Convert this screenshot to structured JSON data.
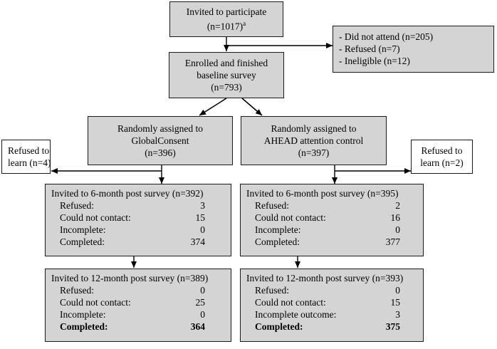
{
  "invited": {
    "line1": "Invited to participate",
    "line2": "(n=1017)",
    "footnote": "a"
  },
  "excluded": [
    "- Did not attend (n=205)",
    "- Refused (n=7)",
    "- Ineligible (n=12)"
  ],
  "enrolled": [
    "Enrolled and finished",
    "baseline survey",
    "(n=793)"
  ],
  "arm_left": [
    "Randomly assigned to",
    "GlobalConsent",
    "(n=396)"
  ],
  "arm_right": [
    "Randomly assigned to",
    "AHEAD attention control",
    "(n=397)"
  ],
  "refused_left": [
    "Refused to",
    "learn (n=4)"
  ],
  "refused_right": [
    "Refused to",
    "learn (n=2)"
  ],
  "left_6m": {
    "title": "Invited to 6-month post survey (n=392)",
    "rows": [
      {
        "label": "Refused:",
        "value": "3"
      },
      {
        "label": "Could not contact:",
        "value": "15"
      },
      {
        "label": "Incomplete:",
        "value": "0"
      },
      {
        "label": "Completed:",
        "value": "374"
      }
    ]
  },
  "right_6m": {
    "title": "Invited to 6-month post survey (n=395)",
    "rows": [
      {
        "label": "Refused:",
        "value": "2"
      },
      {
        "label": "Could not contact:",
        "value": "16"
      },
      {
        "label": "Incomplete:",
        "value": "0"
      },
      {
        "label": "Completed:",
        "value": "377"
      }
    ]
  },
  "left_12m": {
    "title": "Invited to 12-month post survey (n=389)",
    "rows": [
      {
        "label": "Refused:",
        "value": "0"
      },
      {
        "label": "Could not contact:",
        "value": "25"
      },
      {
        "label": "Incomplete:",
        "value": "0"
      },
      {
        "label": "Completed:",
        "value": "364"
      }
    ]
  },
  "right_12m": {
    "title": "Invited to 12-month post survey (n=393)",
    "rows": [
      {
        "label": "Refused:",
        "value": "0"
      },
      {
        "label": "Could not contact:",
        "value": "15"
      },
      {
        "label": "Incomplete outcome:",
        "value": "3"
      },
      {
        "label": "Completed:",
        "value": "375"
      }
    ]
  },
  "colors": {
    "box_fill": "#d4d4d4",
    "border": "#1a1a1a"
  }
}
